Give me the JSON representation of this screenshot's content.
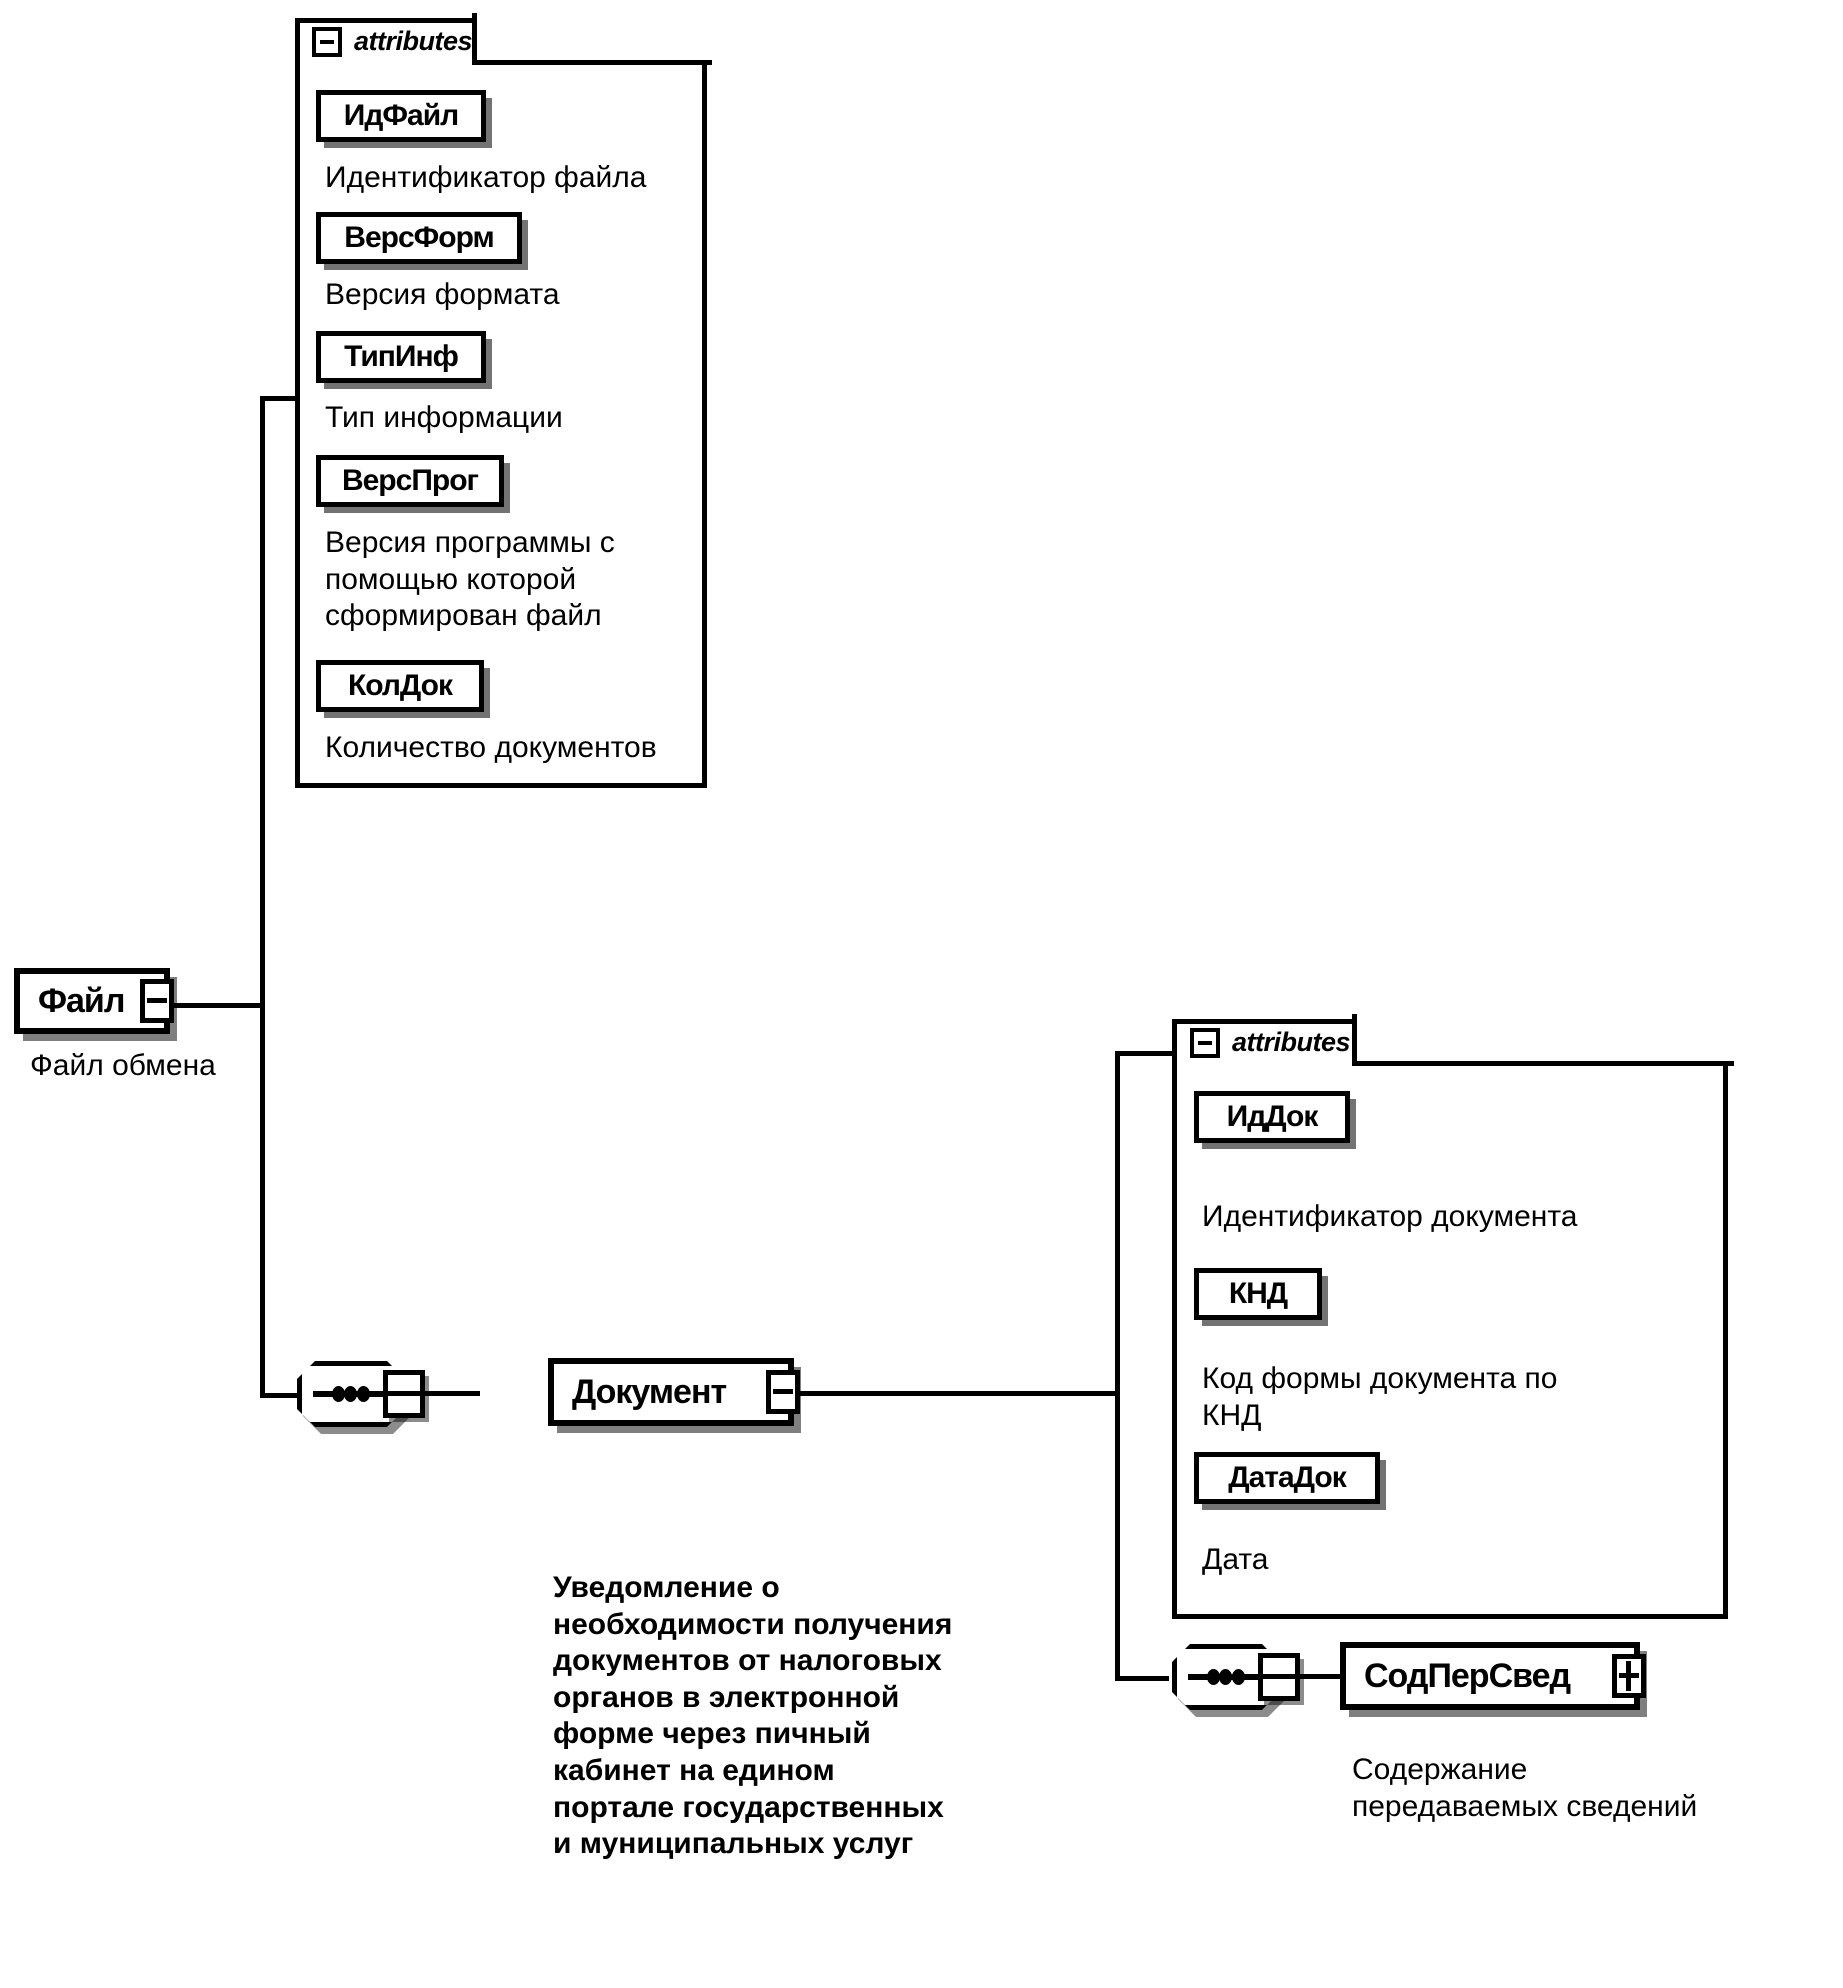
{
  "diagram": {
    "type": "xsd-schema-tree",
    "root": {
      "name": "Файл",
      "caption": "Файл обмена",
      "toggle": "minus"
    },
    "file_attributes": {
      "header_label": "attributes",
      "toggle": "minus",
      "items": [
        {
          "name": "ИдФайл",
          "description": "Идентификатор файла"
        },
        {
          "name": "ВерсФорм",
          "description": "Версия формата"
        },
        {
          "name": "ТипИнф",
          "description": "Тип информации"
        },
        {
          "name": "ВерсПрог",
          "description": "Версия программы  с\nпомощью которой\nсформирован файл"
        },
        {
          "name": "КолДок",
          "description": "Количество документов"
        }
      ]
    },
    "document": {
      "name": "Документ",
      "toggle": "minus",
      "caption": "Уведомление о\nнеобходимости получения\nдокументов от налоговых\nорганов в электронной\nформе через пичный\nкабинет на едином\nпортале государственных\nи муниципальных услуг"
    },
    "document_attributes": {
      "header_label": "attributes",
      "toggle": "minus",
      "items": [
        {
          "name": "ИдДок",
          "description": "Идентификатор документа"
        },
        {
          "name": "КНД",
          "description": "Код формы документа по\nКНД"
        },
        {
          "name": "ДатаДок",
          "description": "Дата"
        }
      ]
    },
    "content": {
      "name": "СодПерСвед",
      "toggle": "plus",
      "caption": "Содержание\nпередаваемых сведений"
    },
    "compositors": [
      {
        "id": "file-sequence",
        "kind": "sequence"
      },
      {
        "id": "document-sequence",
        "kind": "sequence"
      }
    ],
    "colors": {
      "stroke": "#000000",
      "background": "#ffffff",
      "shadow": "rgba(0,0,0,0.5)"
    }
  }
}
